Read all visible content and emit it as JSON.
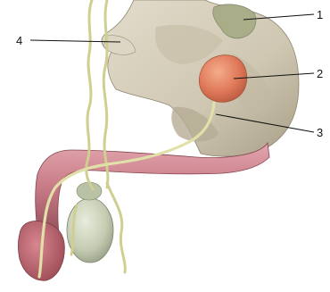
{
  "figure": {
    "labels": [
      {
        "id": "label-1",
        "text": "1"
      },
      {
        "id": "label-2",
        "text": "2"
      },
      {
        "id": "label-3",
        "text": "3"
      },
      {
        "id": "label-4",
        "text": "4"
      }
    ],
    "colors": {
      "pelvis_bone": "#d6cfbd",
      "pelvis_shadow": "#b9b09a",
      "pelvis_dark": "#9a8f7a",
      "prostate": "#e07a5a",
      "prostate_light": "#f0a07f",
      "penis": "#c77a85",
      "penis_light": "#e0a3ab",
      "penis_dark": "#9e4f5c",
      "glans": "#b8616b",
      "duct": "#dcdca0",
      "duct_dark": "#b8b878",
      "testis": "#c9d0b8",
      "testis_dark": "#9aa58c",
      "bladder": "#a9ae88"
    }
  }
}
